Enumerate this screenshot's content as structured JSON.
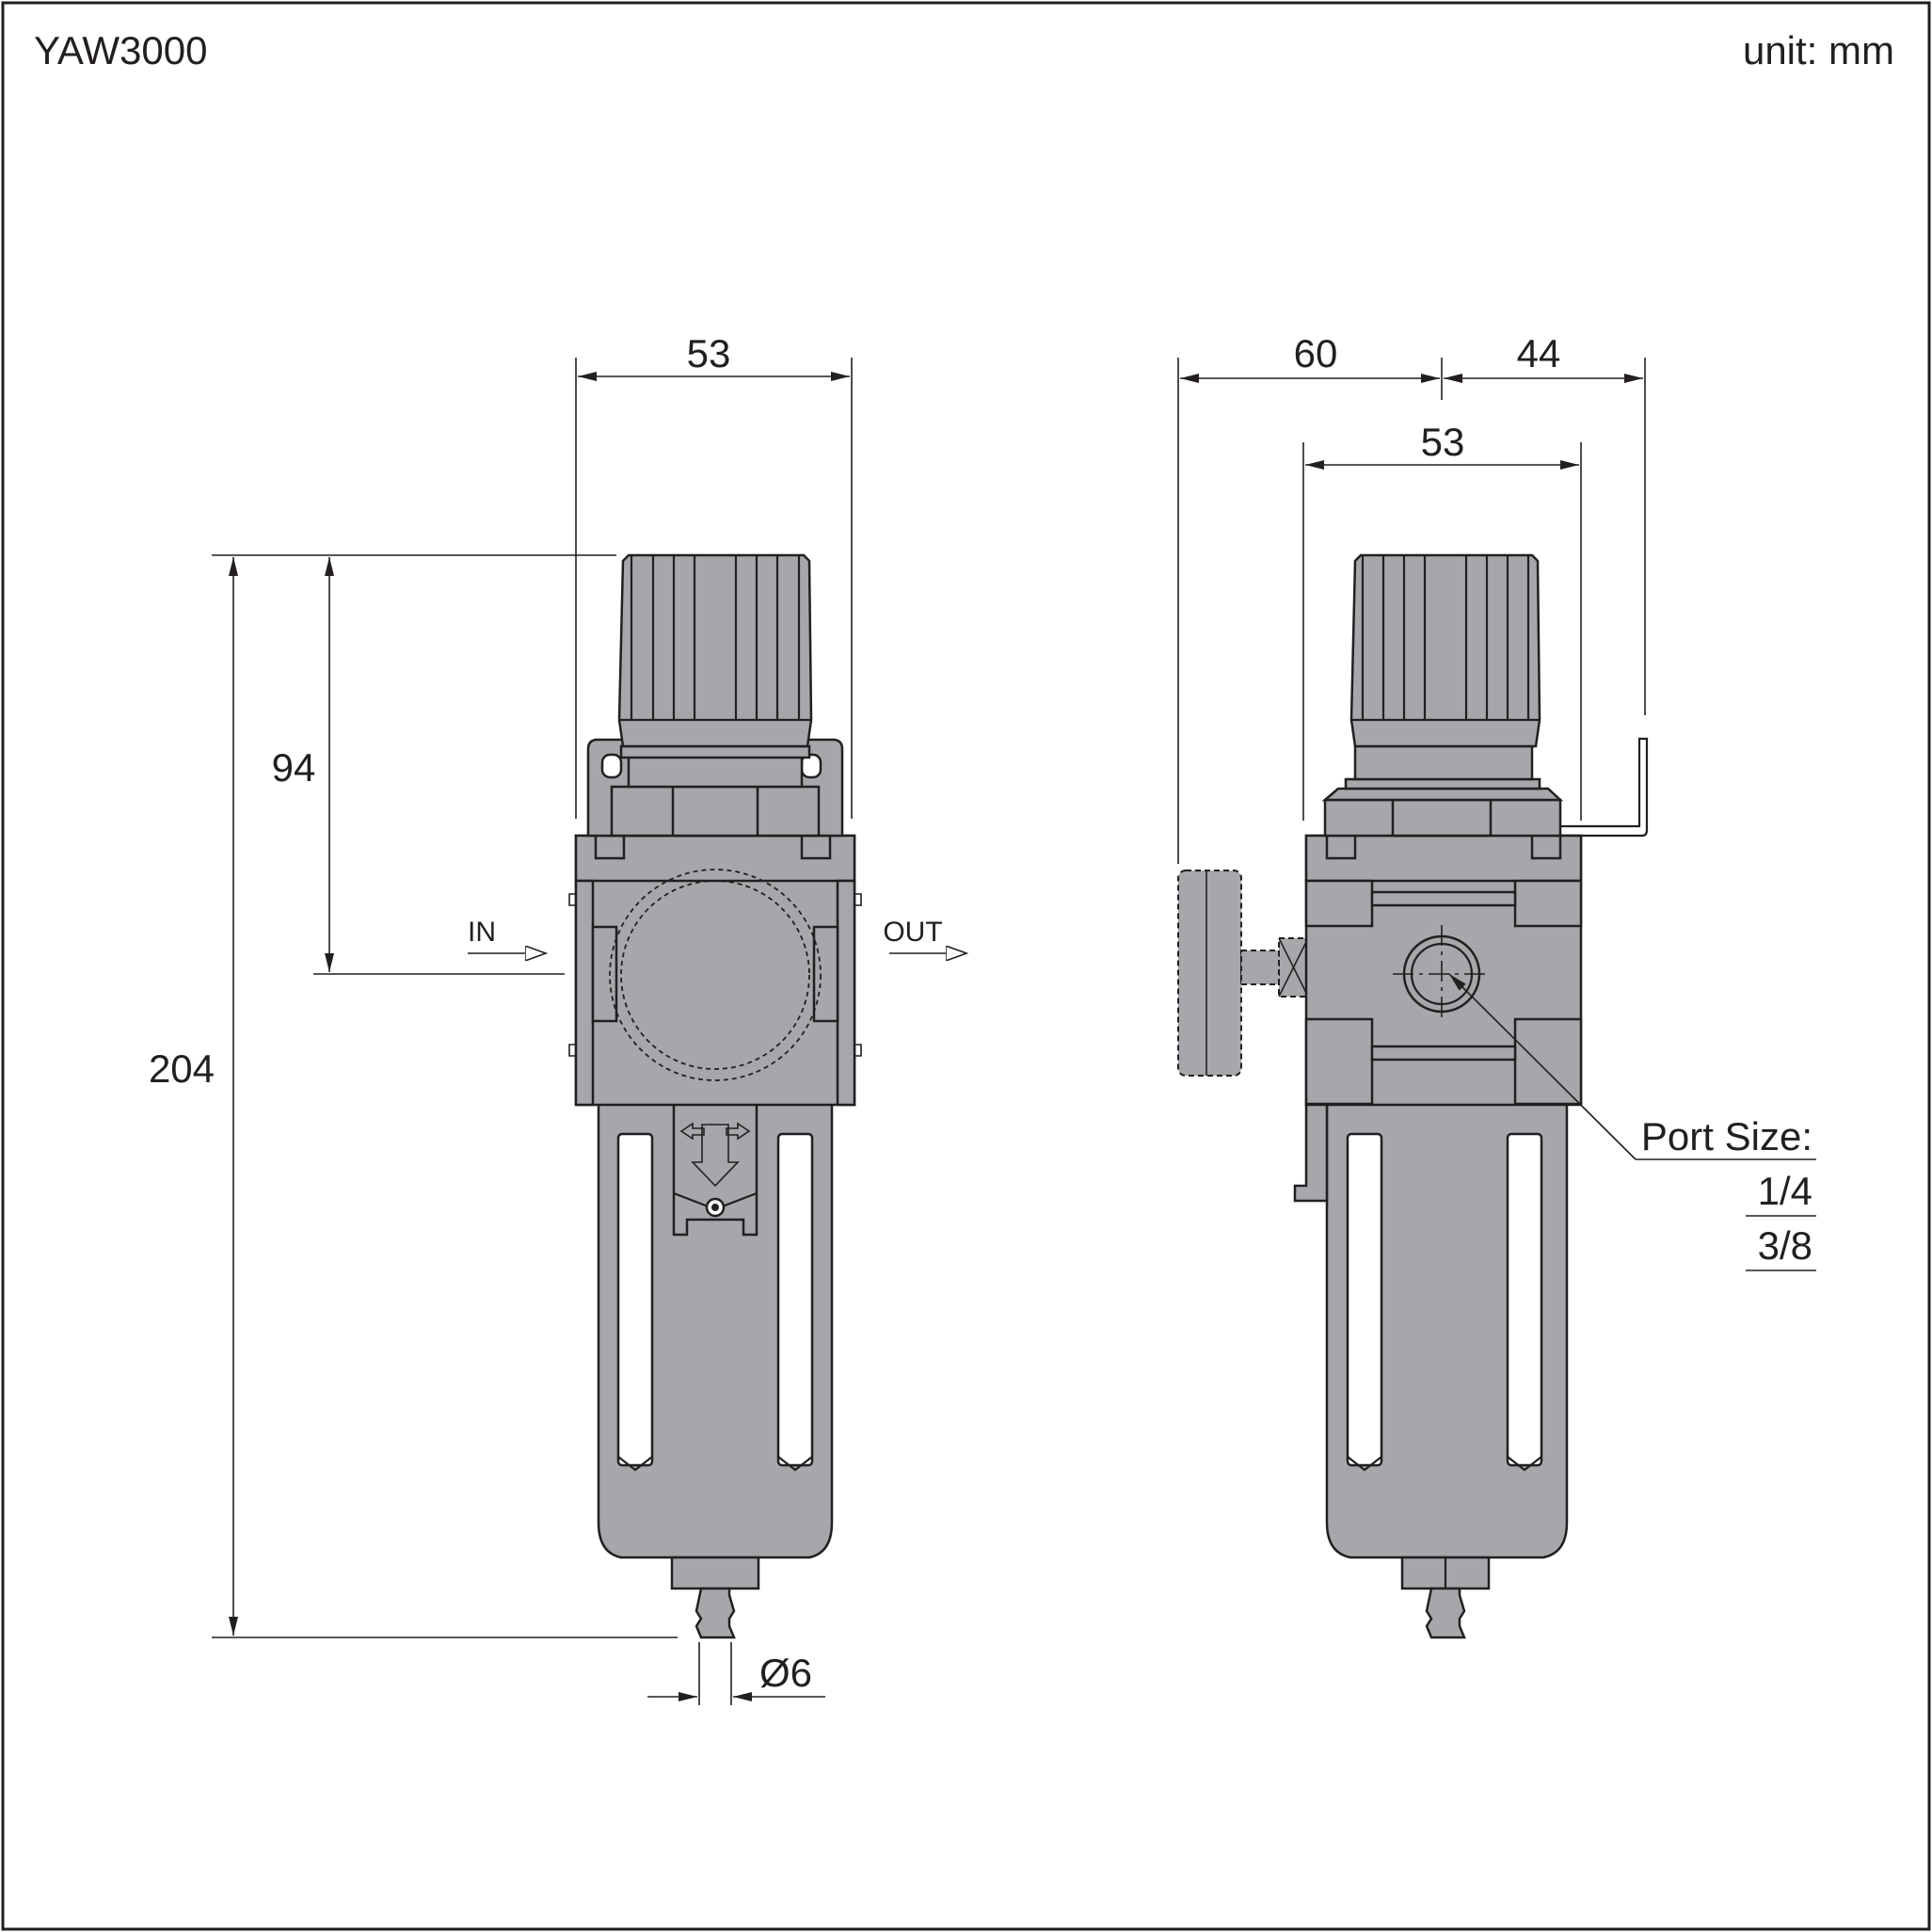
{
  "header": {
    "model": "YAW3000",
    "unit": "unit: mm"
  },
  "front_view": {
    "width_dim": "53",
    "height_dim": "204",
    "port_height_dim": "94",
    "drain_dim": "Ø6",
    "in_label": "IN",
    "out_label": "OUT"
  },
  "side_view": {
    "gauge_dim": "60",
    "bracket_dim": "44",
    "body_width_dim": "53",
    "port_size": {
      "title": "Port Size:",
      "values": [
        "1/4",
        "3/8"
      ]
    }
  },
  "colors": {
    "body_fill": "#a6a7aa",
    "line": "#231f20",
    "background": "#ffffff"
  }
}
